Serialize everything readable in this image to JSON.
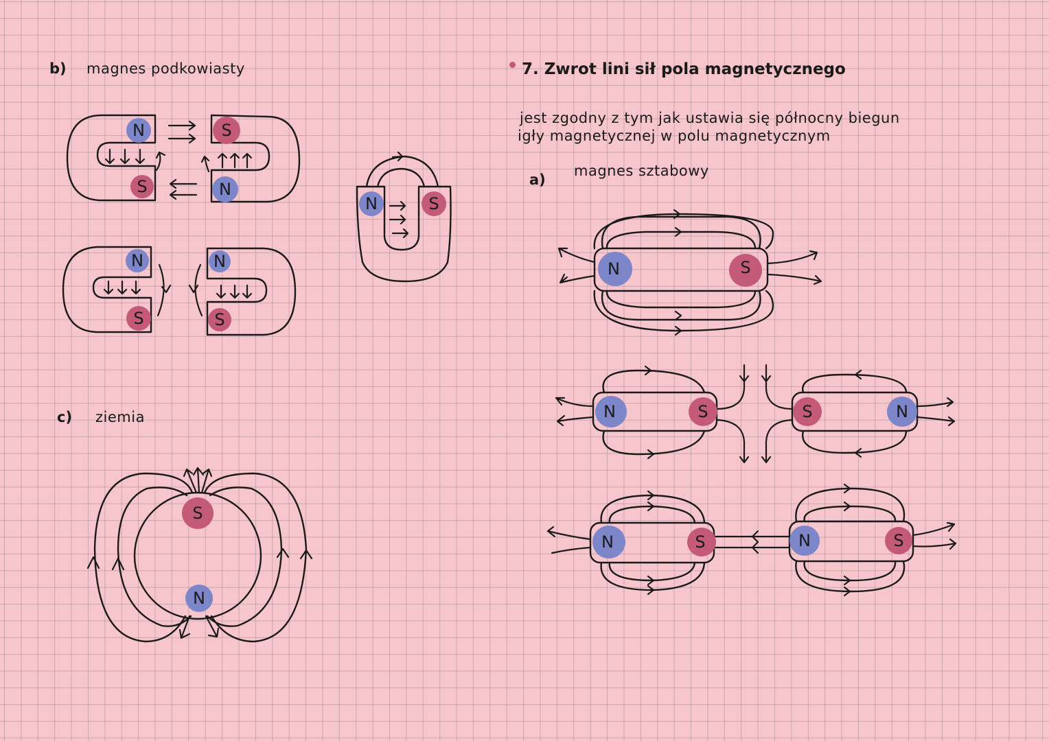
{
  "colors": {
    "paper": "#f7c5cc",
    "grid": "#8a7f8a",
    "north_pole": "#7d86c9",
    "south_pole": "#c25a78",
    "bullet": "#c25a78",
    "ink": "#1a1a1a"
  },
  "left": {
    "b": {
      "label": "b)",
      "text": "magnes podkowiasty"
    },
    "c": {
      "label": "c)",
      "text": "ziemia"
    }
  },
  "right": {
    "heading": "7. Zwrot lini sił pola magnetycznego",
    "description_line1": "jest zgodny z tym jak ustawia się północny biegun",
    "description_line2": "igły magnetycznej w polu magnetycznym",
    "a": {
      "label": "a)",
      "text": "magnes sztabowy"
    }
  },
  "poles": {
    "north": "N",
    "south": "S"
  }
}
